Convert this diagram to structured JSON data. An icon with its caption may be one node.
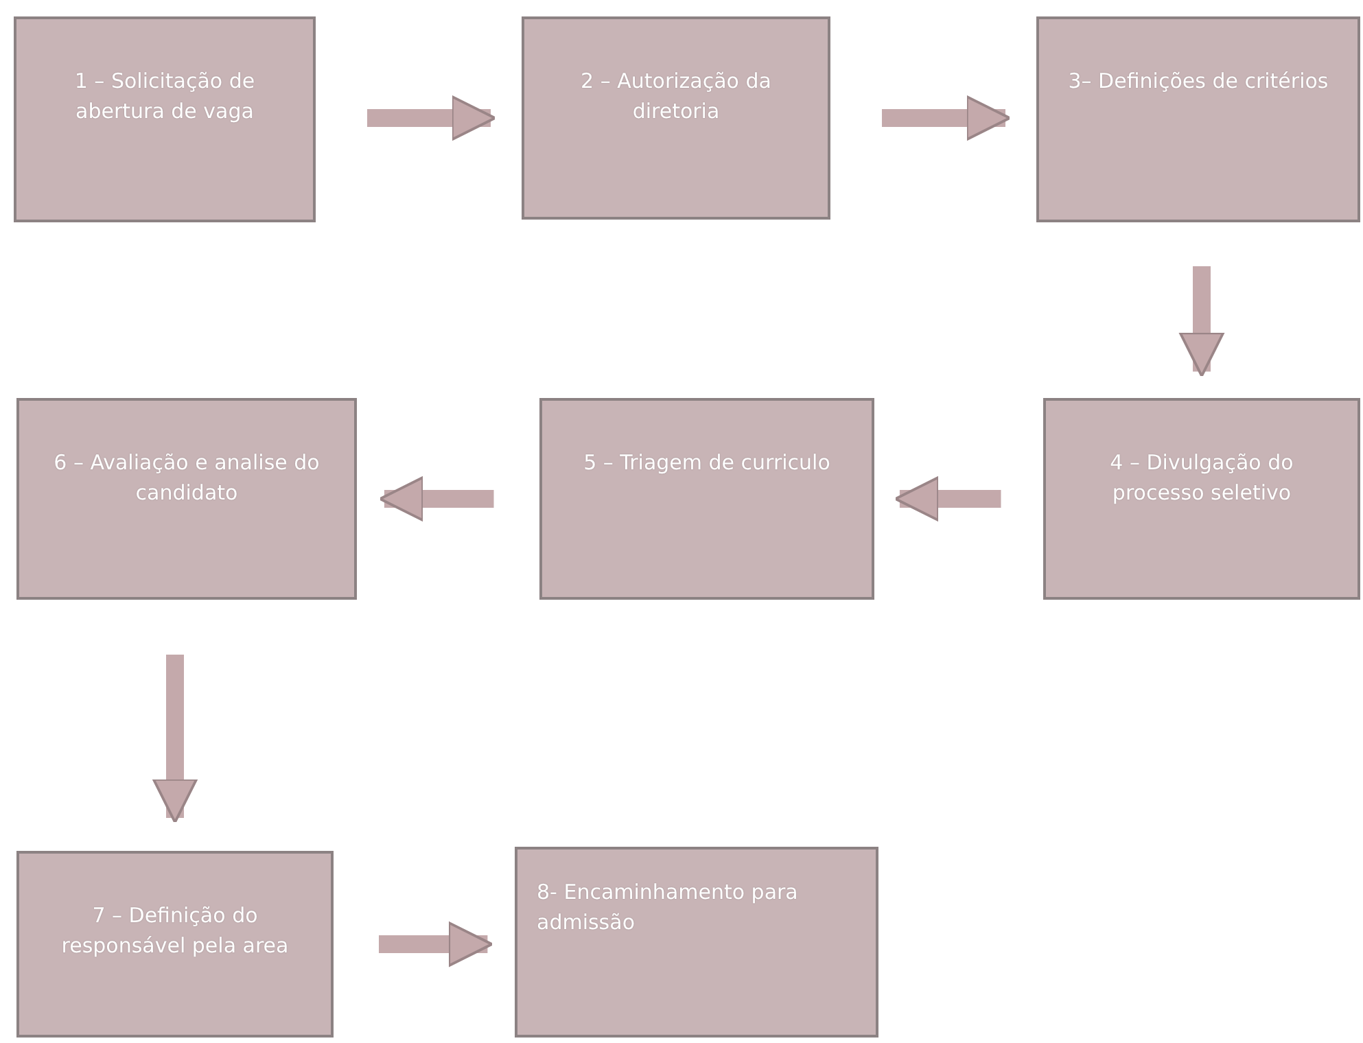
{
  "diagram": {
    "nodes": [
      {
        "text": [
          "1 – Solicitação de abertura de vaga"
        ]
      },
      {
        "text": [
          "2 – Autorização da diretoria"
        ]
      },
      {
        "text": [
          "3– Definições de critérios"
        ]
      },
      {
        "text": [
          "4 – Divulgação do processo seletivo"
        ]
      },
      {
        "text": [
          "5 – Triagem de curriculo"
        ]
      },
      {
        "text": [
          "6 – Avaliação e analise do candidato"
        ]
      },
      {
        "text": [
          "7 – Definição do responsável pela area"
        ]
      },
      {
        "text": [
          "8- Encaminhamento para admissão"
        ]
      }
    ],
    "edges": [
      {
        "from": 0,
        "to": 1,
        "arrow": "to"
      },
      {
        "from": 1,
        "to": 2,
        "arrow": "to"
      },
      {
        "from": 2,
        "to": 3,
        "arrow": "to"
      },
      {
        "from": 3,
        "to": 4,
        "arrow": "to"
      },
      {
        "from": 4,
        "to": 5,
        "arrow": "to"
      },
      {
        "from": 5,
        "to": 6,
        "arrow": "to"
      },
      {
        "from": 6,
        "to": 7,
        "arrow": "to"
      }
    ]
  }
}
